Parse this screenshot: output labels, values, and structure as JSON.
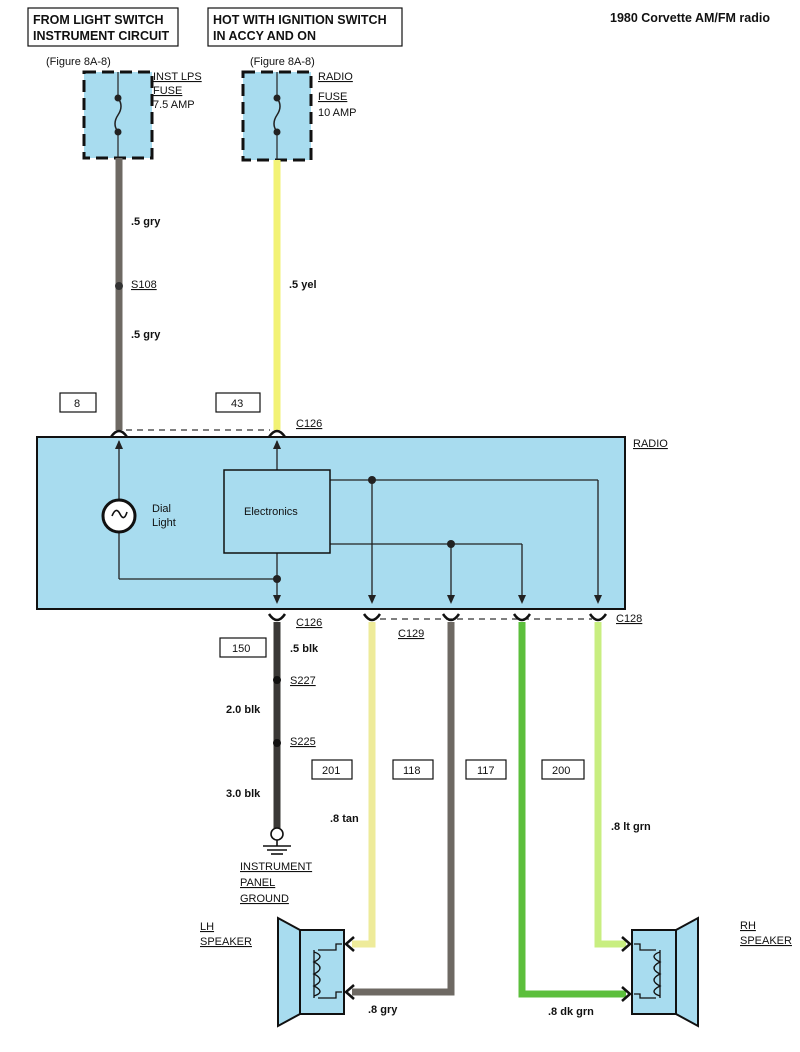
{
  "title": "1980 Corvette AM/FM radio",
  "sources": {
    "left": {
      "line1": "FROM LIGHT SWITCH",
      "line2": "INSTRUMENT CIRCUIT",
      "ref": "(Figure 8A-8)"
    },
    "right": {
      "line1": "HOT WITH IGNITION SWITCH",
      "line2": "IN ACCY AND ON",
      "ref": "(Figure 8A-8)"
    }
  },
  "fuses": {
    "inst": {
      "name1": "INST LPS",
      "name2": "FUSE",
      "rating": "7.5 AMP"
    },
    "radio": {
      "name1": "RADIO",
      "name2": "FUSE",
      "rating": "10 AMP"
    }
  },
  "wires": {
    "gry_top": ".5 gry",
    "splice_s108": "S108",
    "gry_bottom": ".5 gry",
    "yel": ".5 yel",
    "blk_top": ".5 blk",
    "s227": "S227",
    "blk_mid": "2.0 blk",
    "s225": "S225",
    "blk_bottom": "3.0 blk",
    "tan": ".8 tan",
    "ltgrn": ".8 lt grn",
    "gry_speaker": ".8 gry",
    "dkgrn": ".8 dk grn"
  },
  "circuits": {
    "c8": "8",
    "c43": "43",
    "c150": "150",
    "c201": "201",
    "c118": "118",
    "c117": "117",
    "c200": "200"
  },
  "connectors": {
    "c126_top": "C126",
    "c126_bottom": "C126",
    "c129": "C129",
    "c128": "C128"
  },
  "radio": {
    "label": "RADIO",
    "dial1": "Dial",
    "dial2": "Light",
    "electronics": "Electronics"
  },
  "ground": {
    "line1": "INSTRUMENT",
    "line2": "PANEL",
    "line3": "GROUND"
  },
  "speakers": {
    "lh": {
      "line1": "LH",
      "line2": "SPEAKER"
    },
    "rh": {
      "line1": "RH",
      "line2": "SPEAKER"
    }
  },
  "colors": {
    "fill": "#a8dcef",
    "gray": "#6e6963",
    "yellow": "#f2f275",
    "tan": "#eeeb9a",
    "lightgreen": "#c8ee80",
    "darkgreen": "#5cbf3c",
    "black": "#3a3836"
  }
}
